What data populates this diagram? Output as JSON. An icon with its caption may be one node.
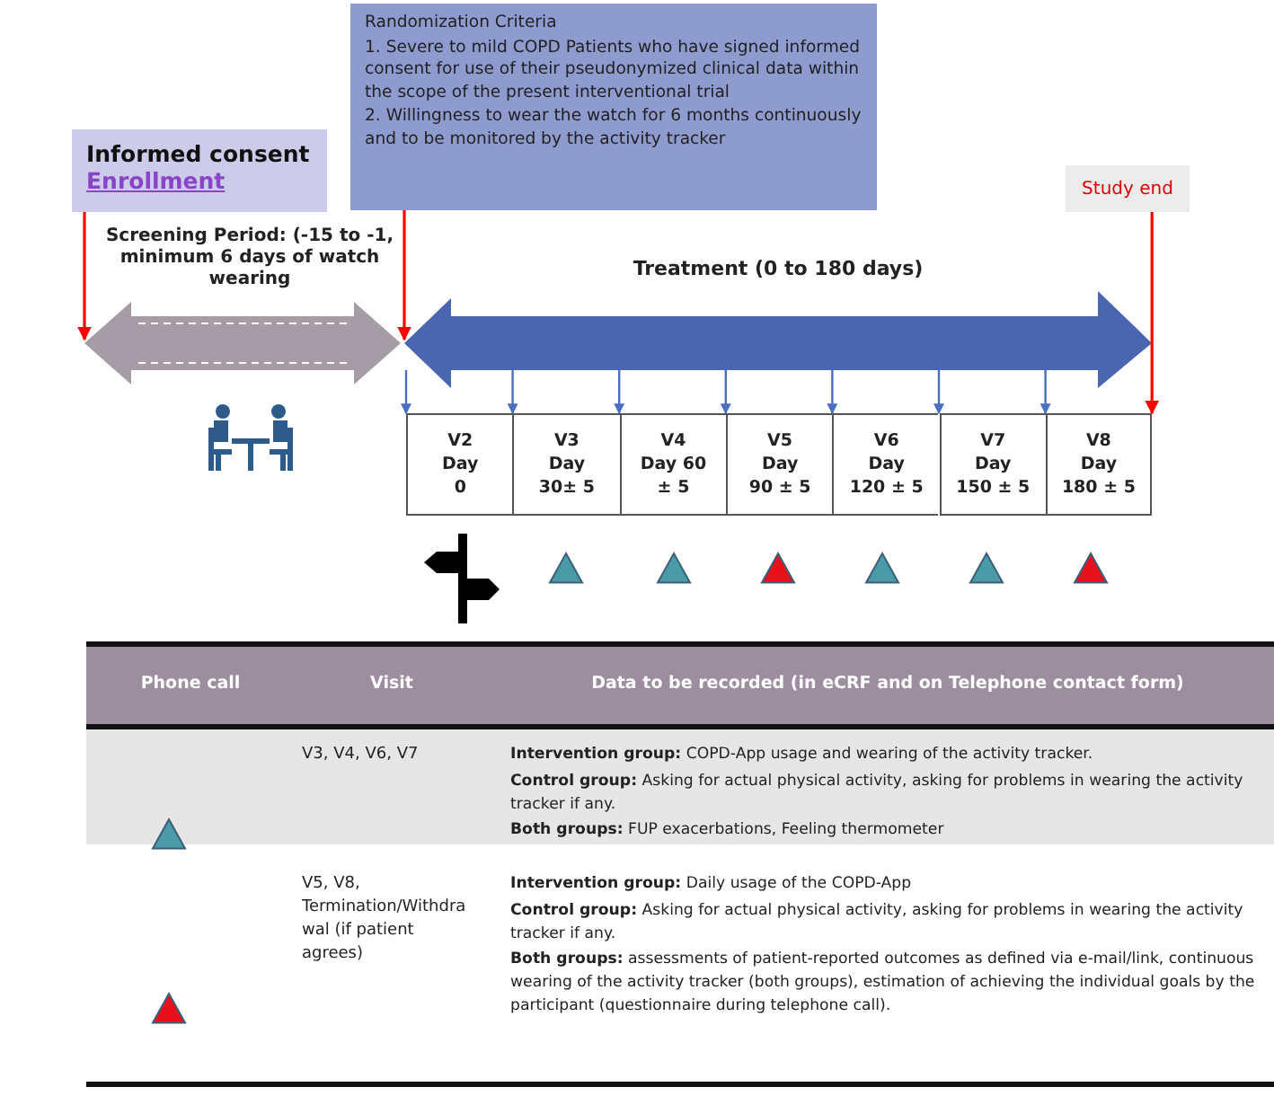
{
  "diagram": {
    "nodes": [
      {
        "text": [
          "Informed consent",
          "Enrollment"
        ]
      },
      {
        "text": [
          "Randomization Criteria",
          "1. Severe to mild COPD Patients who have signed informed consent for use of their pseudonymized clinical data within the scope of the present interventional trial",
          "2. Willingness to wear the watch for 6 months continuously and to be monitored by the activity tracker"
        ]
      },
      {
        "text": [
          "Study end"
        ]
      },
      {
        "text": [
          "Screening Period: (-15 to -1, minimum 6 days of watch wearing"
        ]
      },
      {
        "text": [
          "Treatment (0 to 180 days)"
        ]
      },
      {
        "text": [
          "V2",
          "Day",
          "0"
        ]
      },
      {
        "text": [
          "V3",
          "Day",
          "30± 5"
        ]
      },
      {
        "text": [
          "V4",
          "Day 60",
          "± 5"
        ]
      },
      {
        "text": [
          "V5",
          "Day",
          "90 ± 5"
        ]
      },
      {
        "text": [
          "V6",
          "Day",
          "120 ± 5"
        ]
      },
      {
        "text": [
          "V7",
          "Day",
          "150 ± 5"
        ]
      },
      {
        "text": [
          "V8",
          "Day",
          "180 ± 5"
        ]
      }
    ],
    "edges": [
      {
        "from": 0,
        "to": 3,
        "arrow": "to",
        "color": "#ff0000"
      },
      {
        "from": 1,
        "to": 4,
        "arrow": "to",
        "color": "#ff0000"
      },
      {
        "from": 2,
        "to": 11,
        "arrow": "to",
        "color": "#ff0000"
      },
      {
        "from": 4,
        "to": 5,
        "arrow": "to"
      },
      {
        "from": 4,
        "to": 6,
        "arrow": "to"
      },
      {
        "from": 4,
        "to": 7,
        "arrow": "to"
      },
      {
        "from": 4,
        "to": 8,
        "arrow": "to"
      },
      {
        "from": 4,
        "to": 9,
        "arrow": "to"
      },
      {
        "from": 4,
        "to": 10,
        "arrow": "to"
      },
      {
        "from": 4,
        "to": 11,
        "arrow": "to"
      }
    ],
    "labels": [
      "Phone call",
      "Visit",
      "Data to be recorded (in eCRF and on Telephone contact form)",
      "V3, V4, V6, V7",
      "**Intervention group:** COPD-App usage and wearing of the activity tracker.",
      "**Control group:** Asking for actual physical activity, asking for problems in wearing the activity tracker if any.",
      "**Both groups:** FUP exacerbations, Feeling thermometer",
      "V5, V8, Termination/Withdrawal (if patient agrees)",
      "**Intervention group:** Daily usage of the COPD-App",
      "**Control group:** Asking for actual physical activity, asking for problems in wearing the activity tracker if any.",
      "**Both groups:** assessments of patient-reported outcomes as defined via e-mail/link, continuous wearing of the activity tracker (both groups), estimation of achieving the individual goals by the participant (questionnaire during telephone call)."
    ]
  }
}
